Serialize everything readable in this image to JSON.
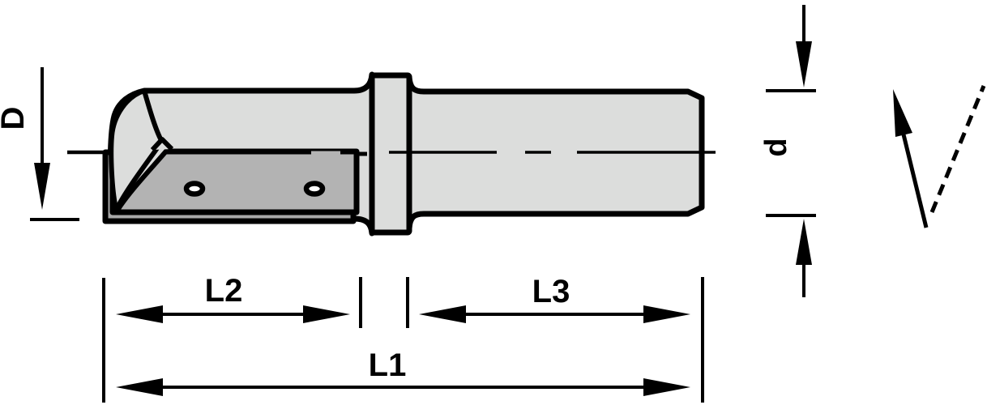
{
  "drawing": {
    "kind": "router-bit technical drawing, side view",
    "colors": {
      "background": "#ffffff",
      "outline": "#000000",
      "tool_body": "#dcdddc",
      "carbide_insert": "#b3b3b3",
      "insert_pocket": "#a9a9a9",
      "hole": "#ffffff"
    },
    "dimensions": {
      "cutting_diameter": "D",
      "shank_diameter": "d",
      "overall_length": "L1",
      "cutting_length": "L2",
      "shank_length": "L3"
    }
  }
}
